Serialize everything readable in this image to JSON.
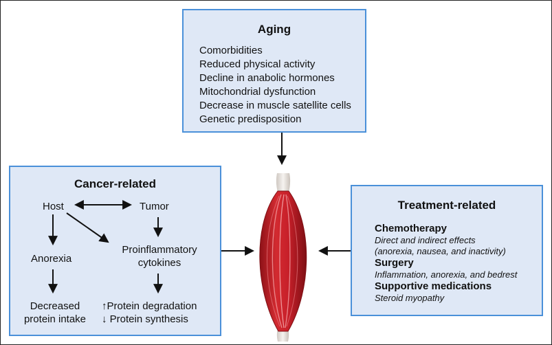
{
  "aging": {
    "title": "Aging",
    "items": [
      "Comorbidities",
      "Reduced physical activity",
      "Decline in anabolic hormones",
      "Mitochondrial dysfunction",
      "Decrease in muscle satellite cells",
      "Genetic predisposition"
    ]
  },
  "cancer": {
    "title": "Cancer-related",
    "host": "Host",
    "tumor": "Tumor",
    "anorexia": "Anorexia",
    "proinflammatory_line1": "Proinflammatory",
    "proinflammatory_line2": "cytokines",
    "decreased_line1": "Decreased",
    "decreased_line2": "protein intake",
    "degradation": "↑Protein degradation",
    "synthesis": "↓ Protein synthesis"
  },
  "treatment": {
    "title": "Treatment-related",
    "items": [
      {
        "heading": "Chemotherapy",
        "details": [
          "Direct and indirect effects",
          "(anorexia, nausea, and inactivity)"
        ]
      },
      {
        "heading": "Surgery",
        "details": [
          "Inflammation, anorexia, and bedrest"
        ]
      },
      {
        "heading": "Supportive medications",
        "details": [
          "Steroid myopathy"
        ]
      }
    ]
  },
  "colors": {
    "box_fill": "#dfe8f6",
    "box_border": "#4a90d9",
    "muscle": "#c8202a",
    "muscle_dark": "#8e1218",
    "tendon": "#eeeae6"
  },
  "icons": {
    "muscle": "muscle-icon",
    "arrow": "arrow-icon"
  }
}
